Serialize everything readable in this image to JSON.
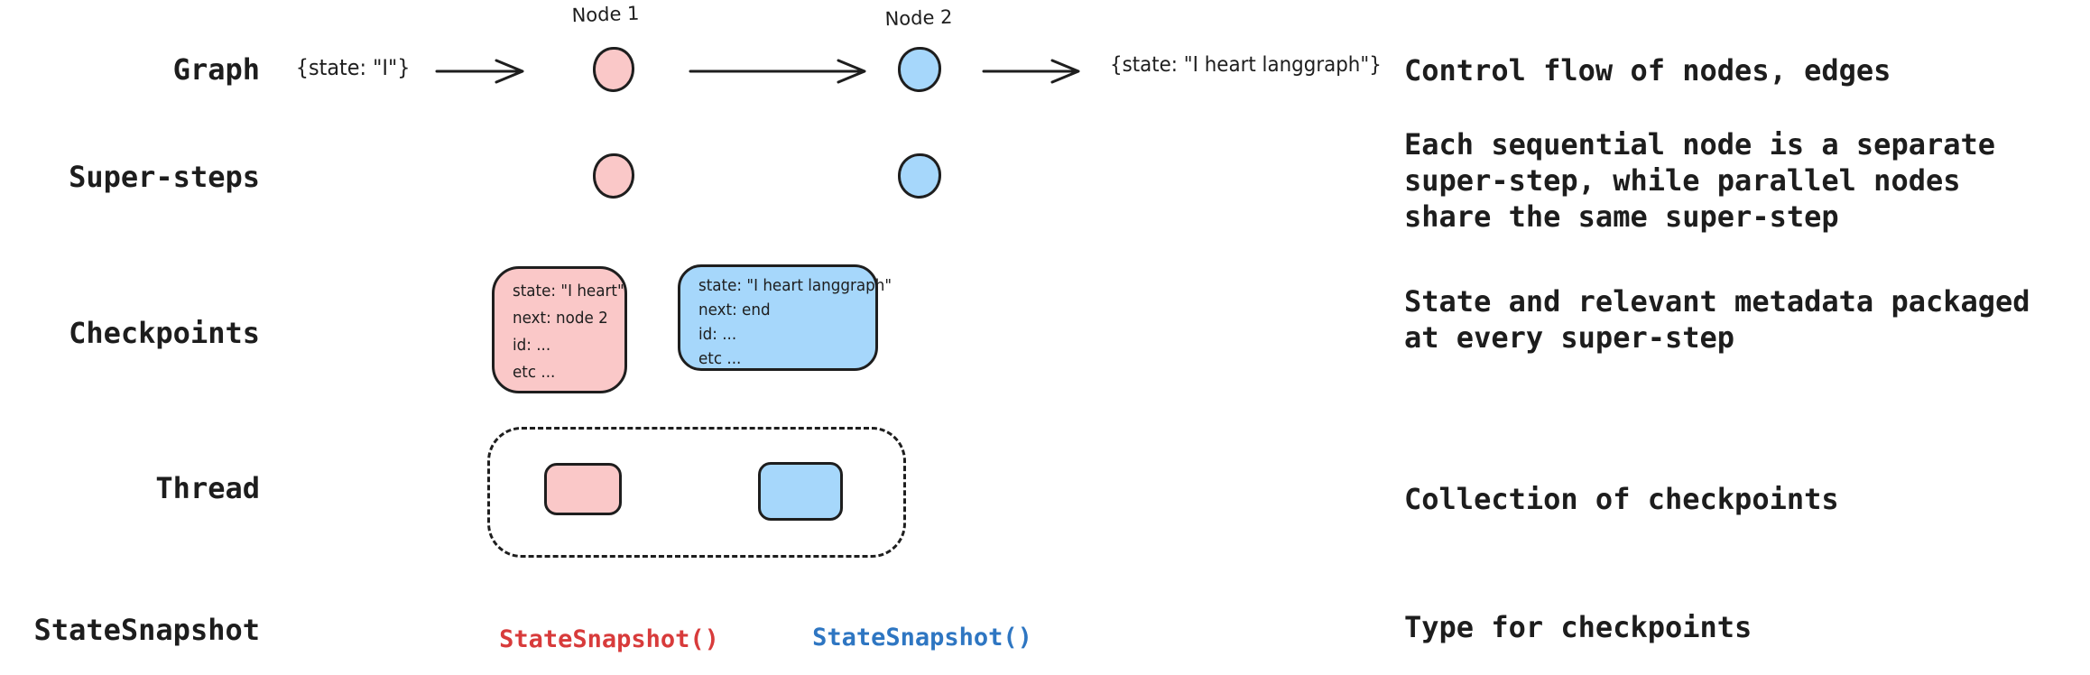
{
  "colors": {
    "node_pink": "#fac8c8",
    "node_blue": "#a6d7fb",
    "outline": "#1e1e1e",
    "code_red": "#d83b3b",
    "code_blue": "#2e76c2",
    "text": "#1d1d1d",
    "background": "#ffffff"
  },
  "rows": [
    {
      "label": "Graph",
      "desc_lines": [
        "Control flow of nodes, edges"
      ]
    },
    {
      "label": "Super-steps",
      "desc_lines": [
        "Each sequential node is a separate",
        "super-step, while parallel nodes",
        "share the same super-step"
      ]
    },
    {
      "label": "Checkpoints",
      "desc_lines": [
        "State and relevant metadata packaged",
        "at every super-step"
      ]
    },
    {
      "label": "Thread",
      "desc_lines": [
        "Collection of checkpoints"
      ]
    },
    {
      "label": "StateSnapshot",
      "desc_lines": [
        "Type for checkpoints"
      ]
    }
  ],
  "graph_row": {
    "input_state": "{state: \"I\"}",
    "node1_label": "Node 1",
    "node2_label": "Node 2",
    "output_state": "{state: \"I heart langgraph\"}"
  },
  "checkpoints_row": {
    "pink_box_lines": [
      "state: \"I heart\"",
      "next: node 2",
      "id: ...",
      "etc ..."
    ],
    "blue_box_lines": [
      "state: \"I heart langgraph\"",
      "next: end",
      "id: ...",
      "etc ..."
    ]
  },
  "state_snapshot_row": {
    "pink_code": "StateSnapshot()",
    "blue_code": "StateSnapshot()"
  }
}
